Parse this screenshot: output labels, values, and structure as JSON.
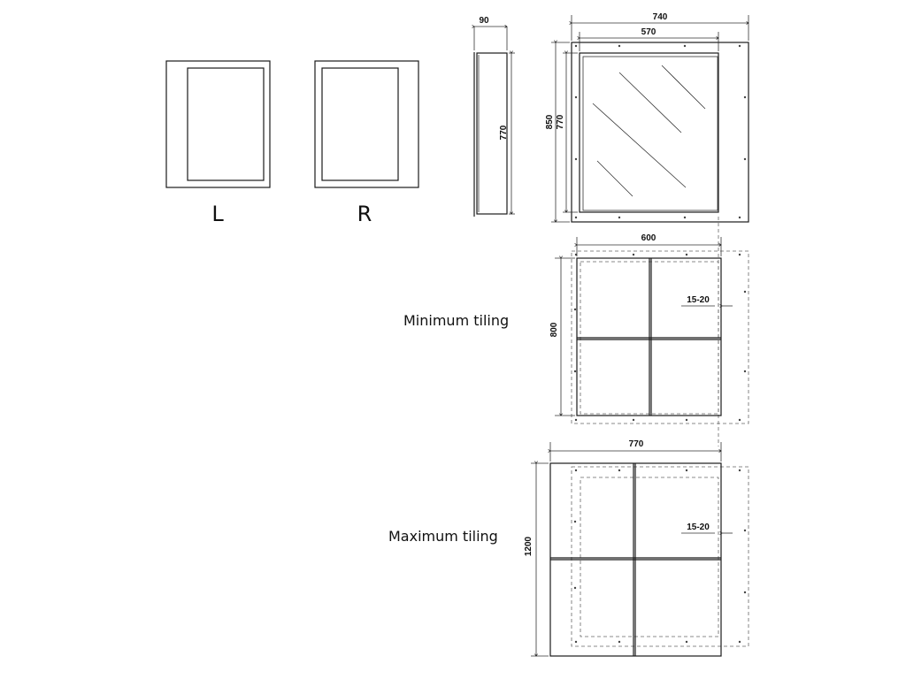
{
  "variants": {
    "left": "L",
    "right": "R"
  },
  "dimensions": {
    "depth": "90",
    "width_outer": "740",
    "width_inner": "570",
    "height_outer": "850",
    "height_inner": "770",
    "side_height": "770",
    "min_width": "600",
    "min_height": "800",
    "max_width": "770",
    "max_height": "1200",
    "gap_min": "15-20",
    "gap_max": "15-20"
  },
  "labels": {
    "minimum": "Minimum tiling",
    "maximum": "Maximum tiling"
  }
}
